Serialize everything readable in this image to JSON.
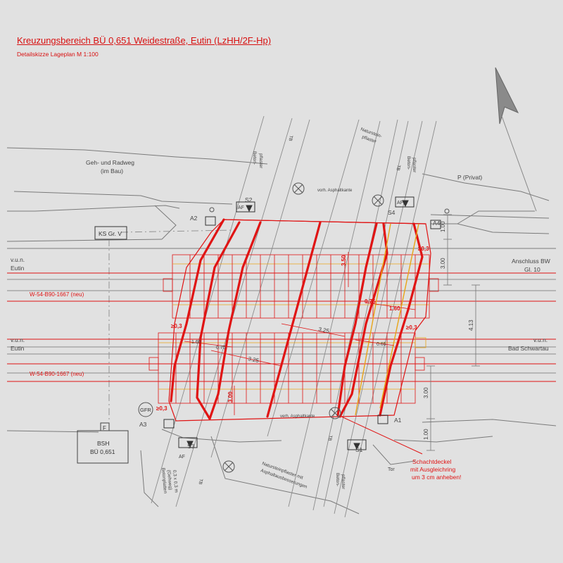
{
  "title": "Kreuzungsbereich BÜ 0,651 Weidestraße, Eutin (LzHH/2F-Hp)",
  "subtitle": "Detailskizze Lageplan M 1:100",
  "labels": {
    "geh_radweg_1": "Geh- und Radweg",
    "geh_radweg_2": "(im Bau)",
    "p_privat": "P (Privat)",
    "vun_eutin_top_1": "v.u.n.",
    "vun_eutin_top_2": "Eutin",
    "anschluss_bw_1": "Anschluss BW",
    "anschluss_bw_2": "Gl. 10",
    "vun_eutin_bottom_1": "v.u.n.",
    "vun_eutin_bottom_2": "Eutin",
    "vun_bad_1": "v.u.n.",
    "vun_bad_2": "Bad Schwartau",
    "track_top": "W-54-B90-1667 (neu)",
    "track_bottom": "W-54-B90-1667 (neu)",
    "ks_box": "KS Gr. V",
    "bsh_1": "BSH",
    "bsh_2": "BÜ 0,651",
    "bsh_f": "F",
    "gfr": "GFR",
    "a1": "A1",
    "a2": "A2",
    "a3": "A3",
    "a4": "A4",
    "s1": "S1",
    "s2": "S2",
    "s3": "S3",
    "s4": "S4",
    "af": "AF",
    "asphalt_top": "vorh. Asphaltkante",
    "asphalt_bottom": "verh. Asphaltkante",
    "beton_top_1": "Beton-",
    "beton_top_2": "pflaster",
    "naturstein_top_1": "Naturstein-",
    "naturstein_top_2": "pflaster",
    "betonplatten_1": "Betonplatten",
    "betonplatten_2": "(Gehweg)",
    "betonplatten_3": "0,3 x 0,3 m",
    "naturstein_bottom_1": "Natursteinpflaster mit",
    "naturstein_bottom_2": "Asphaltausbesserungen",
    "beton_bottom_1": "Beton-",
    "beton_bottom_2": "pflaster",
    "tor": "Tor",
    "tb": "TB",
    "schacht_1": "Schachtdeckel",
    "schacht_2": "mit Ausgleichring",
    "schacht_3": "um 3 cm anheben!",
    "dim_100_top": "1.00",
    "dim_300_top": "3.00",
    "dim_413": "4.13",
    "dim_300_bottom": "3.00",
    "dim_100_bottom": "1.00",
    "dim_350_red": "3.50",
    "dim_300_red": "3.00",
    "dim_325_a": "3.25",
    "dim_325_b": "3.25",
    "dim_160_a": "1.60",
    "dim_160_b": "1.60",
    "dim_075": "0.75",
    "dim_065": "0.65",
    "dim_075_b": "0.75",
    "dim_03_a": "≥0,3",
    "dim_03_b": "≥0,3",
    "dim_03_c": "≥0,3",
    "dim_03_d": "≥0,3"
  },
  "colors": {
    "background": "#e1e1e1",
    "red": "#e01414",
    "orange": "#e8a417",
    "gray_line": "#7a7a7a",
    "dark": "#444444"
  }
}
